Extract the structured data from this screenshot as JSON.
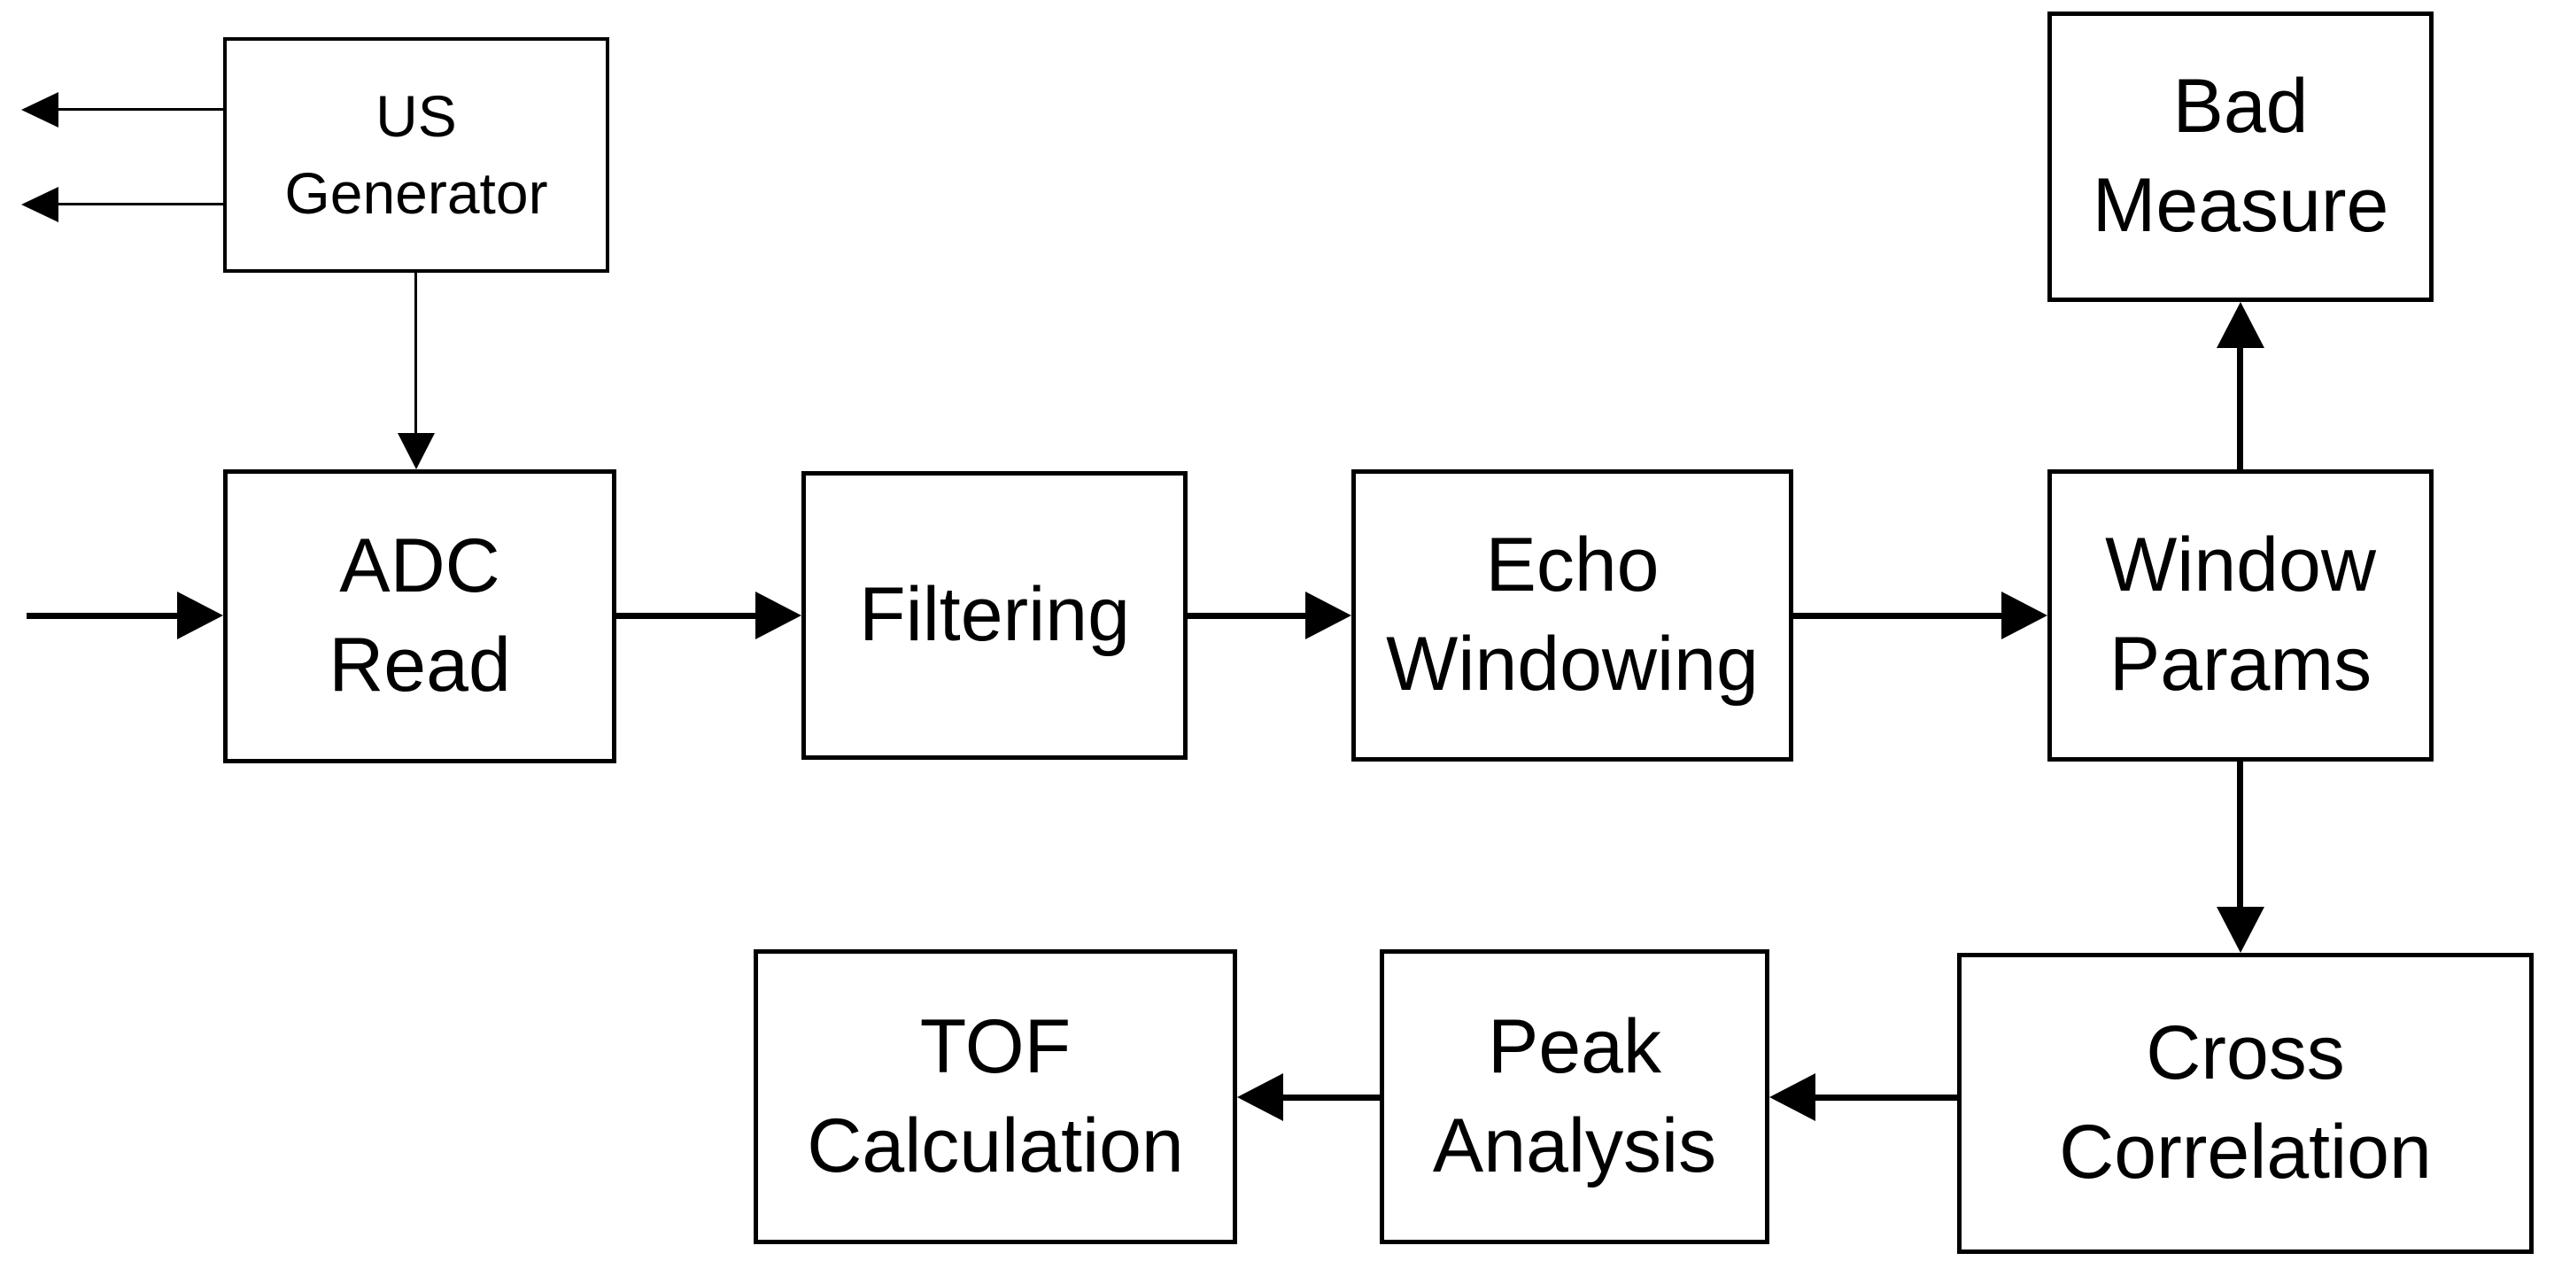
{
  "diagram": {
    "colors": {
      "background": "#ffffff",
      "stroke": "#000000",
      "box_fill": "#ffffff"
    },
    "nodes": [
      {
        "id": "us-generator",
        "label": "US\nGenerator"
      },
      {
        "id": "adc-read",
        "label": "ADC\nRead"
      },
      {
        "id": "filtering",
        "label": "Filtering"
      },
      {
        "id": "echo-windowing",
        "label": "Echo\nWindowing"
      },
      {
        "id": "window-params",
        "label": "Window\nParams"
      },
      {
        "id": "bad-measure",
        "label": "Bad\nMeasure"
      },
      {
        "id": "cross-correlation",
        "label": "Cross\nCorrelation"
      },
      {
        "id": "peak-analysis",
        "label": "Peak\nAnalysis"
      },
      {
        "id": "tof-calculation",
        "label": "TOF\nCalculation"
      }
    ],
    "edges": [
      {
        "id": "input-to-adc-read",
        "from": "external-left",
        "to": "adc-read",
        "line": "thick",
        "direction": "right"
      },
      {
        "id": "adc-read-to-filtering",
        "from": "adc-read",
        "to": "filtering",
        "line": "thick",
        "direction": "right"
      },
      {
        "id": "filtering-to-echo-windowing",
        "from": "filtering",
        "to": "echo-windowing",
        "line": "thick",
        "direction": "right"
      },
      {
        "id": "echo-windowing-to-window-params",
        "from": "echo-windowing",
        "to": "window-params",
        "line": "thick",
        "direction": "right"
      },
      {
        "id": "window-params-to-bad-measure",
        "from": "window-params",
        "to": "bad-measure",
        "line": "thick",
        "direction": "up"
      },
      {
        "id": "window-params-to-cross-correlation",
        "from": "window-params",
        "to": "cross-correlation",
        "line": "thick",
        "direction": "down"
      },
      {
        "id": "cross-correlation-to-peak-analysis",
        "from": "cross-correlation",
        "to": "peak-analysis",
        "line": "thick",
        "direction": "left"
      },
      {
        "id": "peak-analysis-to-tof-calculation",
        "from": "peak-analysis",
        "to": "tof-calculation",
        "line": "thick",
        "direction": "left"
      },
      {
        "id": "us-generator-out-upper",
        "from": "us-generator",
        "to": "external-left",
        "line": "thin",
        "direction": "left"
      },
      {
        "id": "us-generator-out-lower",
        "from": "us-generator",
        "to": "external-left",
        "line": "thin",
        "direction": "left"
      },
      {
        "id": "us-generator-to-adc-read",
        "from": "us-generator",
        "to": "adc-read",
        "line": "thin",
        "direction": "down"
      }
    ]
  }
}
